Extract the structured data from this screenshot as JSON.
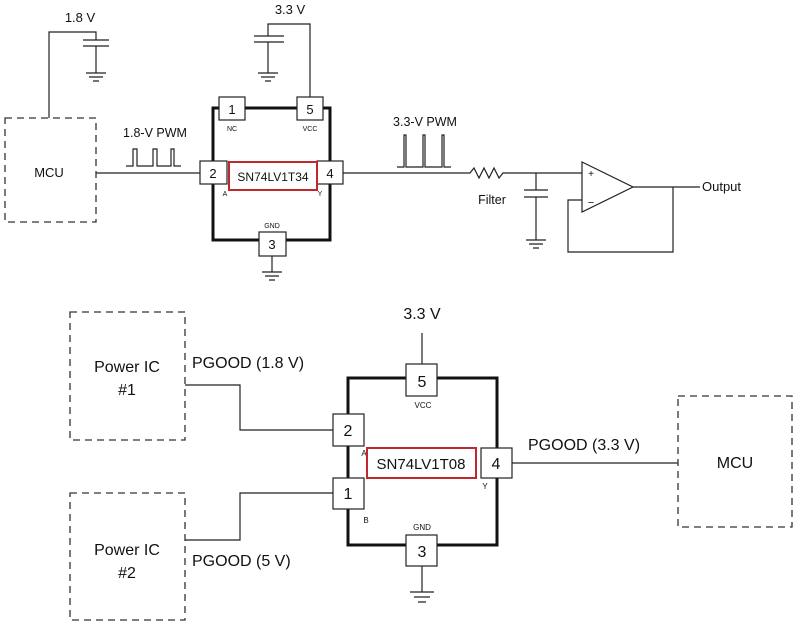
{
  "top_circuit": {
    "supply_mcu": "1.8 V",
    "supply_chip": "3.3 V",
    "mcu_label": "MCU",
    "input_signal": "1.8-V PWM",
    "output_signal": "3.3-V PWM",
    "chip_name": "SN74LV1T34",
    "pins": {
      "p1": "1",
      "p2": "2",
      "p3": "3",
      "p4": "4",
      "p5": "5"
    },
    "pin_names": {
      "nc": "NC",
      "vcc": "VCC",
      "a": "A",
      "y": "Y",
      "gnd": "GND"
    },
    "filter_label": "Filter",
    "opamp_plus": "+",
    "opamp_minus": "−",
    "output_label": "Output"
  },
  "bottom_circuit": {
    "supply_chip": "3.3 V",
    "power_ic1": {
      "line1": "Power IC",
      "line2": "#1"
    },
    "power_ic2": {
      "line1": "Power IC",
      "line2": "#2"
    },
    "pgood1": "PGOOD (1.8 V)",
    "pgood2": "PGOOD (5 V)",
    "pgood_out": "PGOOD (3.3 V)",
    "chip_name": "SN74LV1T08",
    "pins": {
      "p1": "1",
      "p2": "2",
      "p3": "3",
      "p4": "4",
      "p5": "5"
    },
    "pin_names": {
      "vcc": "VCC",
      "a": "A",
      "b": "B",
      "y": "Y",
      "gnd": "GND"
    },
    "mcu_label": "MCU"
  },
  "colors": {
    "highlight": "#c0282d",
    "line": "#222222"
  }
}
